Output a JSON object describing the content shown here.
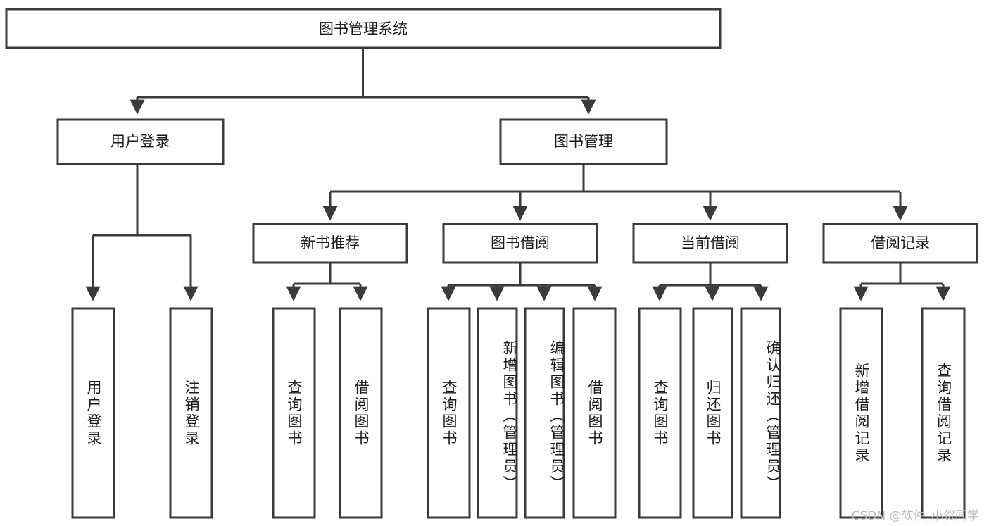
{
  "diagram": {
    "type": "tree",
    "title": "图书管理系统",
    "orientation": "top-down",
    "watermark": "CSDN @软件_小贺同学",
    "colors": {
      "box_stroke": "#3a3a3a",
      "box_fill": "#ffffff",
      "connector": "#3a3a3a",
      "text": "#1b1b1b",
      "watermark": "#b9b9b9",
      "background": "#ffffff"
    },
    "root": {
      "label": "图书管理系统"
    },
    "level1": [
      {
        "label": "用户登录"
      },
      {
        "label": "图书管理"
      }
    ],
    "level2": [
      {
        "label": "新书推荐"
      },
      {
        "label": "图书借阅"
      },
      {
        "label": "当前借阅"
      },
      {
        "label": "借阅记录"
      }
    ],
    "leaves": [
      {
        "label": "用户登录",
        "parent": "用户登录"
      },
      {
        "label": "注销登录",
        "parent": "用户登录"
      },
      {
        "label": "查询图书",
        "parent": "新书推荐"
      },
      {
        "label": "借阅图书",
        "parent": "新书推荐"
      },
      {
        "label": "查询图书",
        "parent": "图书借阅"
      },
      {
        "label": "新增图书（管理员）",
        "parent": "图书借阅"
      },
      {
        "label": "编辑图书（管理员）",
        "parent": "图书借阅"
      },
      {
        "label": "借阅图书",
        "parent": "图书借阅"
      },
      {
        "label": "查询图书",
        "parent": "当前借阅"
      },
      {
        "label": "归还图书",
        "parent": "当前借阅"
      },
      {
        "label": "确认归还（管理员）",
        "parent": "当前借阅"
      },
      {
        "label": "新增借阅记录",
        "parent": "借阅记录"
      },
      {
        "label": "查询借阅记录",
        "parent": "借阅记录"
      }
    ]
  }
}
